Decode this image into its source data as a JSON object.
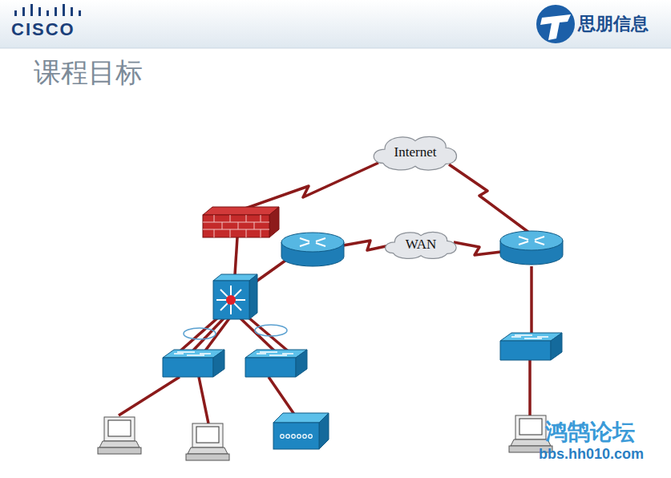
{
  "diagram": {
    "title": "课程目标",
    "nodes": [
      {
        "text": [
          "Internet"
        ]
      },
      {
        "text": [
          "WAN"
        ]
      }
    ],
    "labels": [
      "CISCO",
      "思朋信息",
      "鸿鹄论坛",
      "bbs.hh010.com"
    ]
  }
}
